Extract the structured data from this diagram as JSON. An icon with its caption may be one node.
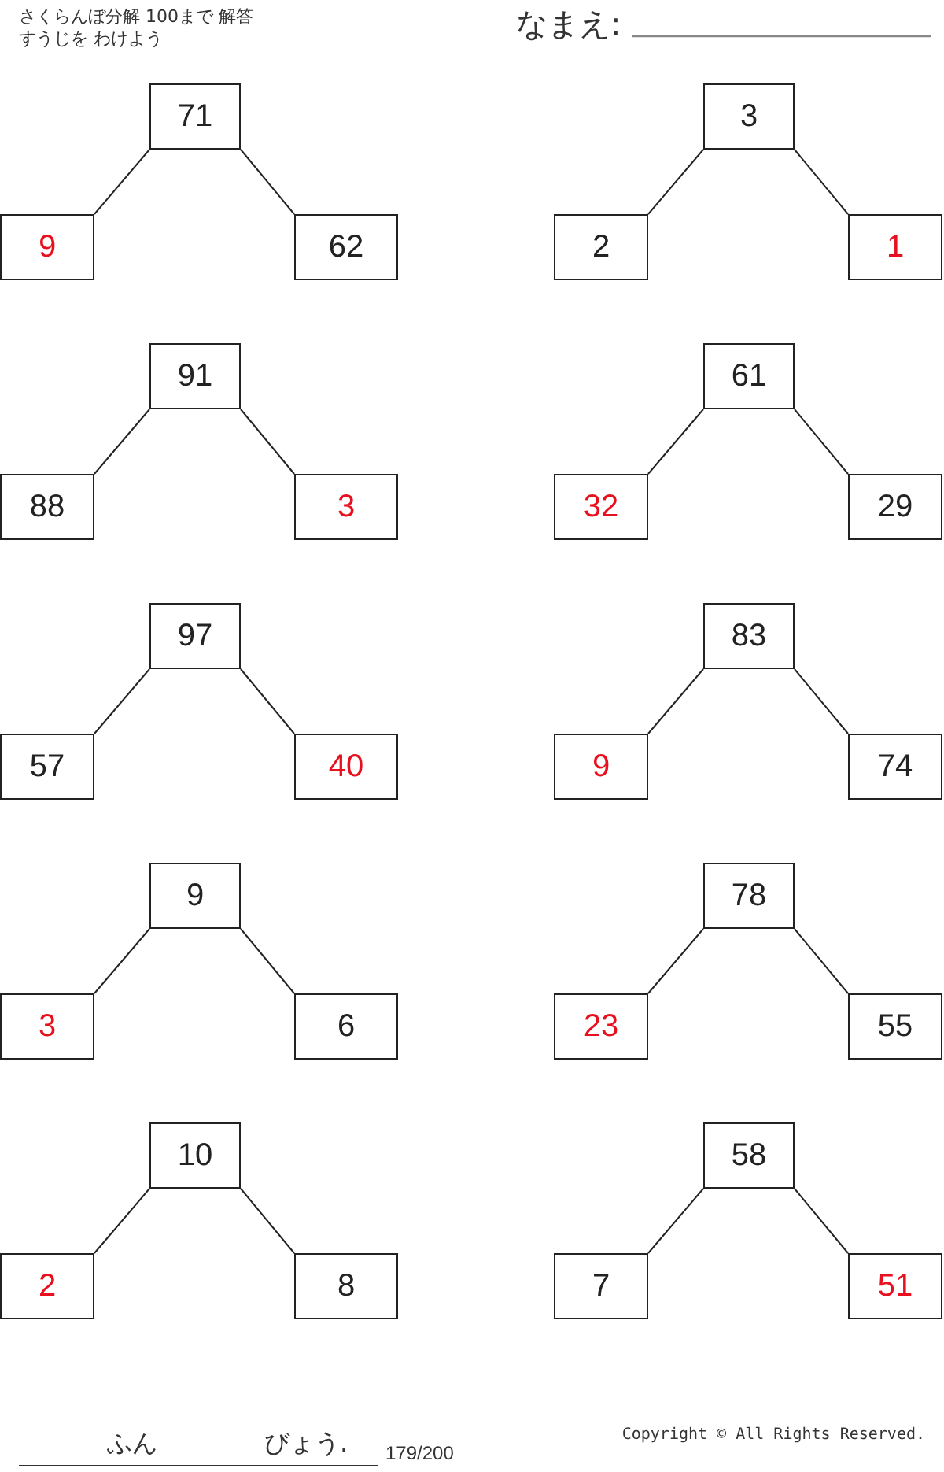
{
  "diagram": {
    "nodes": [
      {
        "text": [
          "71"
        ]
      },
      {
        "text": [
          "9"
        ]
      },
      {
        "text": [
          "62"
        ]
      },
      {
        "text": [
          "3"
        ]
      },
      {
        "text": [
          "2"
        ]
      },
      {
        "text": [
          "1"
        ]
      },
      {
        "text": [
          "91"
        ]
      },
      {
        "text": [
          "88"
        ]
      },
      {
        "text": [
          "3"
        ]
      },
      {
        "text": [
          "61"
        ]
      },
      {
        "text": [
          "32"
        ]
      },
      {
        "text": [
          "29"
        ]
      },
      {
        "text": [
          "97"
        ]
      },
      {
        "text": [
          "57"
        ]
      },
      {
        "text": [
          "40"
        ]
      },
      {
        "text": [
          "83"
        ]
      },
      {
        "text": [
          "9"
        ]
      },
      {
        "text": [
          "74"
        ]
      },
      {
        "text": [
          "9"
        ]
      },
      {
        "text": [
          "3"
        ]
      },
      {
        "text": [
          "6"
        ]
      },
      {
        "text": [
          "78"
        ]
      },
      {
        "text": [
          "23"
        ]
      },
      {
        "text": [
          "55"
        ]
      },
      {
        "text": [
          "10"
        ]
      },
      {
        "text": [
          "2"
        ]
      },
      {
        "text": [
          "8"
        ]
      },
      {
        "text": [
          "58"
        ]
      },
      {
        "text": [
          "7"
        ]
      },
      {
        "text": [
          "51"
        ]
      }
    ],
    "edges": [
      {
        "from": 0,
        "to": 1,
        "arrow": "none"
      },
      {
        "from": 0,
        "to": 2,
        "arrow": "none"
      },
      {
        "from": 3,
        "to": 4,
        "arrow": "none"
      },
      {
        "from": 3,
        "to": 5,
        "arrow": "none"
      },
      {
        "from": 6,
        "to": 7,
        "arrow": "none"
      },
      {
        "from": 6,
        "to": 8,
        "arrow": "none"
      },
      {
        "from": 9,
        "to": 10,
        "arrow": "none"
      },
      {
        "from": 9,
        "to": 11,
        "arrow": "none"
      },
      {
        "from": 12,
        "to": 13,
        "arrow": "none"
      },
      {
        "from": 12,
        "to": 14,
        "arrow": "none"
      },
      {
        "from": 15,
        "to": 16,
        "arrow": "none"
      },
      {
        "from": 15,
        "to": 17,
        "arrow": "none"
      },
      {
        "from": 18,
        "to": 19,
        "arrow": "none"
      },
      {
        "from": 18,
        "to": 20,
        "arrow": "none"
      },
      {
        "from": 21,
        "to": 22,
        "arrow": "none"
      },
      {
        "from": 21,
        "to": 23,
        "arrow": "none"
      },
      {
        "from": 24,
        "to": 25,
        "arrow": "none"
      },
      {
        "from": 24,
        "to": 26,
        "arrow": "none"
      },
      {
        "from": 27,
        "to": 28,
        "arrow": "none"
      },
      {
        "from": 27,
        "to": 29,
        "arrow": "none"
      }
    ],
    "labels": [
      "さくらんぼ分解 100まで 解答",
      "すうじを わけよう",
      "なまえ:",
      "ふん",
      "びょう.",
      "179/200",
      "Copyright © All Rights Reserved."
    ]
  }
}
